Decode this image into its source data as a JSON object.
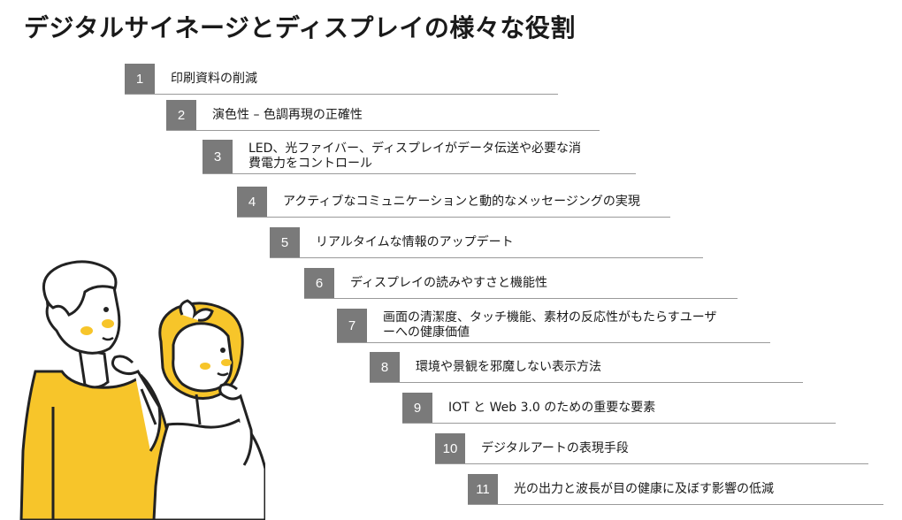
{
  "title": "デジタルサイネージとディスプレイの様々な役割",
  "steps": [
    {
      "num": "1",
      "text": "印刷資料の削減"
    },
    {
      "num": "2",
      "text": "演色性 – 色調再現の正確性"
    },
    {
      "num": "3",
      "text": "LED、光ファイバー、ディスプレイがデータ伝送や必要な消費電力をコントロール"
    },
    {
      "num": "4",
      "text": "アクティブなコミュニケーションと動的なメッセージングの実現"
    },
    {
      "num": "5",
      "text": "リアルタイムな情報のアップデート"
    },
    {
      "num": "6",
      "text": "ディスプレイの読みやすさと機能性"
    },
    {
      "num": "7",
      "text": "画面の清潔度、タッチ機能、素材の反応性がもたらすユーザーへの健康価値"
    },
    {
      "num": "8",
      "text": "環境や景観を邪魔しない表示方法"
    },
    {
      "num": "9",
      "text": "IOT と Web 3.0 のための重要な要素"
    },
    {
      "num": "10",
      "text": "デジタルアートの表現手段"
    },
    {
      "num": "11",
      "text": "光の出力と波長が目の健康に及ぼす影響の低減"
    }
  ],
  "colors": {
    "number_box": "#7a7a7a",
    "accent_yellow": "#f7c52a",
    "underline": "#9a9a9a"
  },
  "illustration": "two-people-thinking-looking-up"
}
